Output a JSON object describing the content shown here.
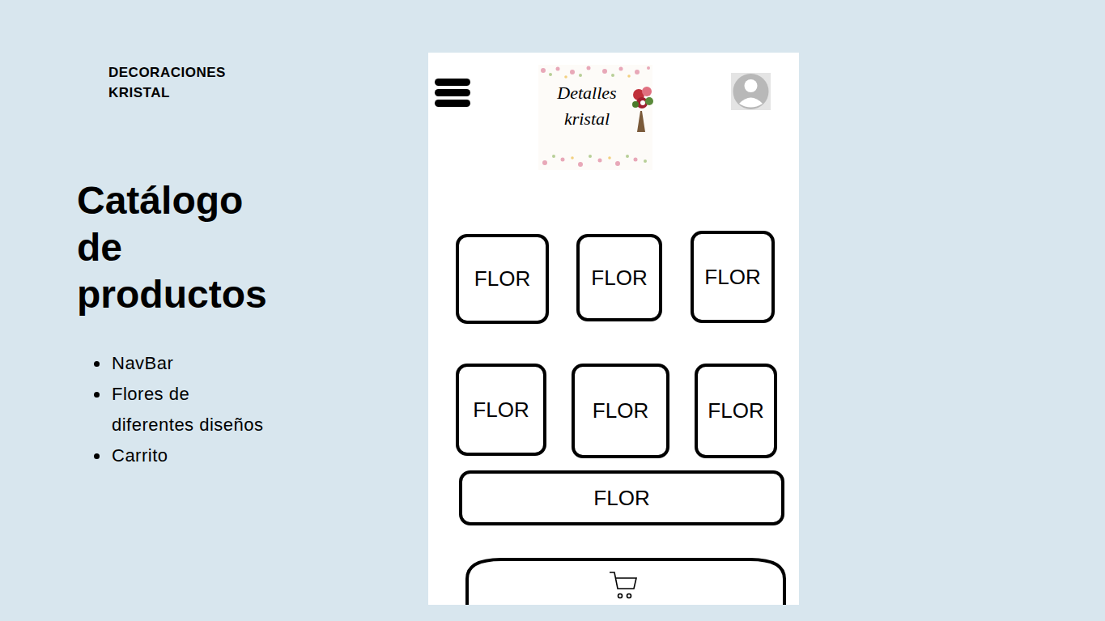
{
  "diagram": {
    "title": "Catálogo de productos",
    "nodes": [
      {
        "text": [
          "FLOR"
        ]
      },
      {
        "text": [
          "FLOR"
        ]
      },
      {
        "text": [
          "FLOR"
        ]
      },
      {
        "text": [
          "FLOR"
        ]
      },
      {
        "text": [
          "FLOR"
        ]
      },
      {
        "text": [
          "FLOR"
        ]
      },
      {
        "text": [
          "FLOR"
        ]
      }
    ],
    "labels": [
      "DECORACIONES KRISTAL",
      "NavBar",
      "Flores de diferentes diseños",
      "Carrito",
      "Detalles kristal"
    ]
  }
}
